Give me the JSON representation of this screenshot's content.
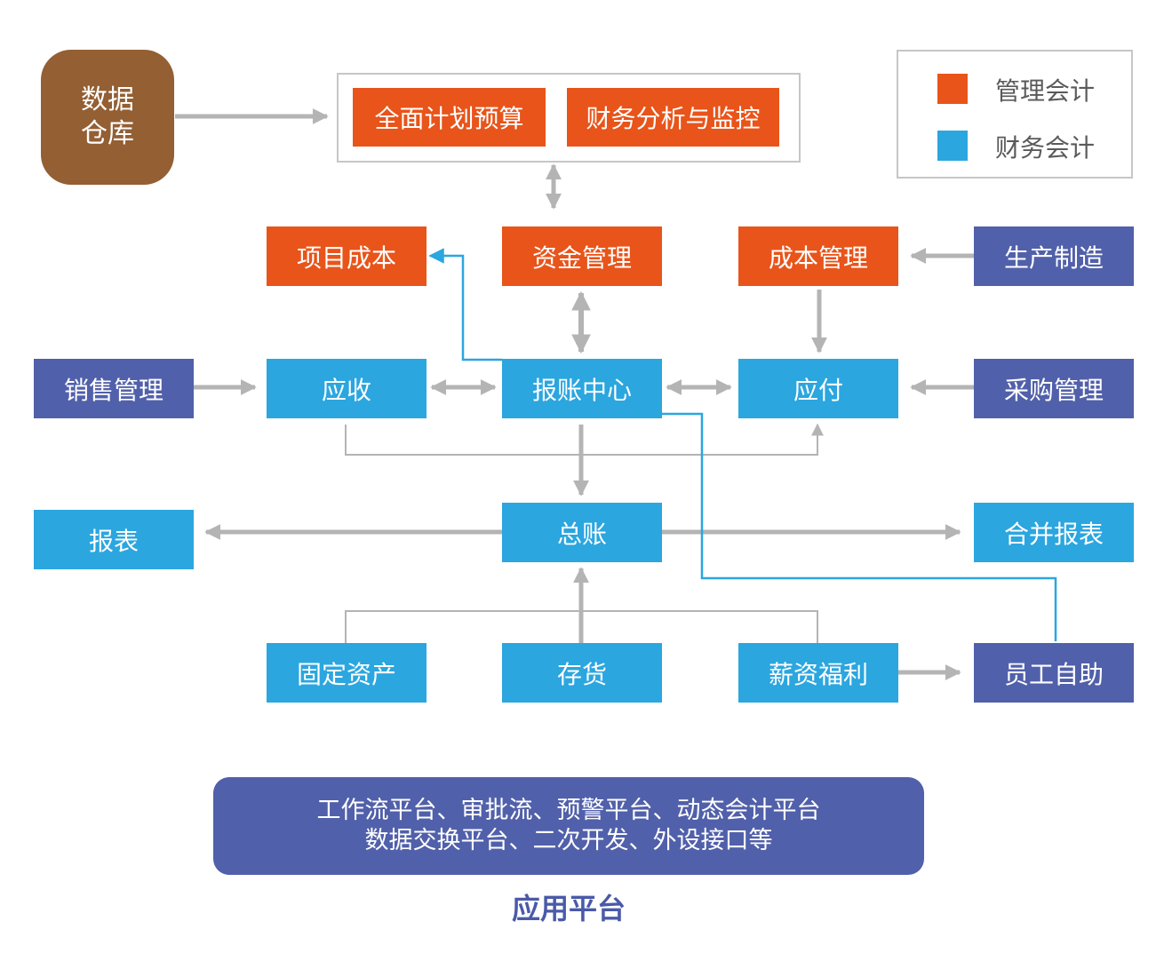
{
  "colors": {
    "management_accounting": "#E8541A",
    "financial_accounting": "#2BA6DF",
    "external_module": "#5160AA",
    "data_warehouse": "#935F33",
    "gray_connector": "#B4B4B4",
    "blue_connector": "#2BA6DF"
  },
  "legend": {
    "items": [
      {
        "label": "管理会计",
        "color": "#E8541A"
      },
      {
        "label": "财务会计",
        "color": "#2BA6DF"
      }
    ]
  },
  "warehouse": {
    "line1": "数据",
    "line2": "仓库"
  },
  "nodes": {
    "budget": "全面计划预算",
    "analysis": "财务分析与监控",
    "project_cost": "项目成本",
    "fund_mgmt": "资金管理",
    "cost_mgmt": "成本管理",
    "manufacturing": "生产制造",
    "sales_mgmt": "销售管理",
    "receivable": "应收",
    "expense_center": "报账中心",
    "payable": "应付",
    "purchase_mgmt": "采购管理",
    "reports": "报表",
    "general_ledger": "总账",
    "consolidated_reports": "合并报表",
    "fixed_assets": "固定资产",
    "inventory": "存货",
    "payroll": "薪资福利",
    "employee_self_service": "员工自助"
  },
  "platform": {
    "line1": "工作流平台、审批流、预警平台、动态会计平台",
    "line2": "数据交换平台、二次开发、外设接口等",
    "title": "应用平台"
  }
}
